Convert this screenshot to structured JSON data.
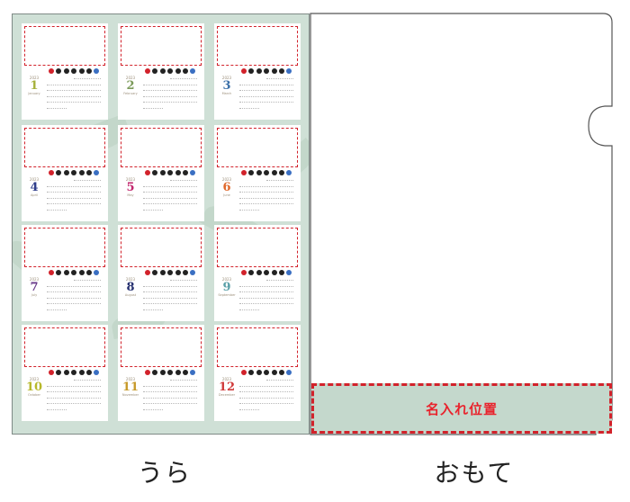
{
  "back_label": "うら",
  "front_label": "おもて",
  "name_position_label": "名入れ位置",
  "colors": {
    "back_bg": "#cfe0d6",
    "name_zone_bg": "#c4d8cc",
    "dashed_red": "#d2222b",
    "label_red": "#e8242d"
  },
  "calendar_year": "2023",
  "months": [
    {
      "num": "1",
      "name": "January",
      "color": "#a6b13a"
    },
    {
      "num": "2",
      "name": "February",
      "color": "#7b9a5a"
    },
    {
      "num": "3",
      "name": "March",
      "color": "#3a6fa8"
    },
    {
      "num": "4",
      "name": "April",
      "color": "#2f3d8a"
    },
    {
      "num": "5",
      "name": "May",
      "color": "#c1266d"
    },
    {
      "num": "6",
      "name": "June",
      "color": "#e0682a"
    },
    {
      "num": "7",
      "name": "July",
      "color": "#6a3a8a"
    },
    {
      "num": "8",
      "name": "August",
      "color": "#25306f"
    },
    {
      "num": "9",
      "name": "September",
      "color": "#5aa0a8"
    },
    {
      "num": "10",
      "name": "October",
      "color": "#b7b82a"
    },
    {
      "num": "11",
      "name": "November",
      "color": "#c79a2a"
    },
    {
      "num": "12",
      "name": "December",
      "color": "#d03a3a"
    }
  ]
}
